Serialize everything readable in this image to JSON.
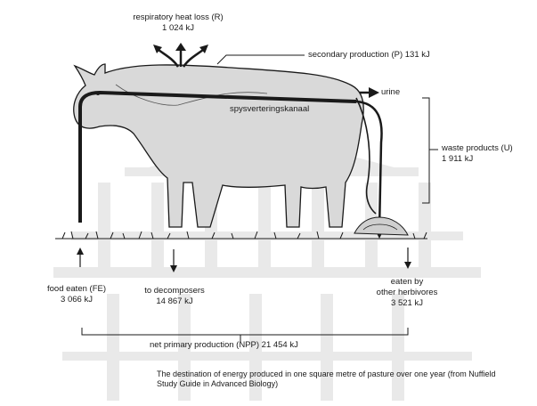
{
  "labels": {
    "respiratory": {
      "title": "respiratory heat loss (R)",
      "value": "1 024 kJ"
    },
    "secondary": "secondary production (P) 131 kJ",
    "urine": "urine",
    "gut": "spysverteringskanaal",
    "waste": {
      "title": "waste products (U)",
      "value": "1 911 kJ"
    },
    "food": {
      "title": "food eaten (FE)",
      "value": "3 066 kJ"
    },
    "decomposers": {
      "title": "to decomposers",
      "value": "14 867 kJ"
    },
    "herbivores": {
      "title_line1": "eaten by",
      "title_line2": "other herbivores",
      "value": "3 521 kJ"
    },
    "npp": "net primary production (NPP) 21 454 kJ"
  },
  "caption": "The destination of energy produced in one square metre of pasture over one year (from Nuffield Study Guide in Advanced Biology)",
  "colors": {
    "ink": "#1a1a1a",
    "watermark": "#e9e9e9",
    "cow": "#d9d9d9"
  }
}
